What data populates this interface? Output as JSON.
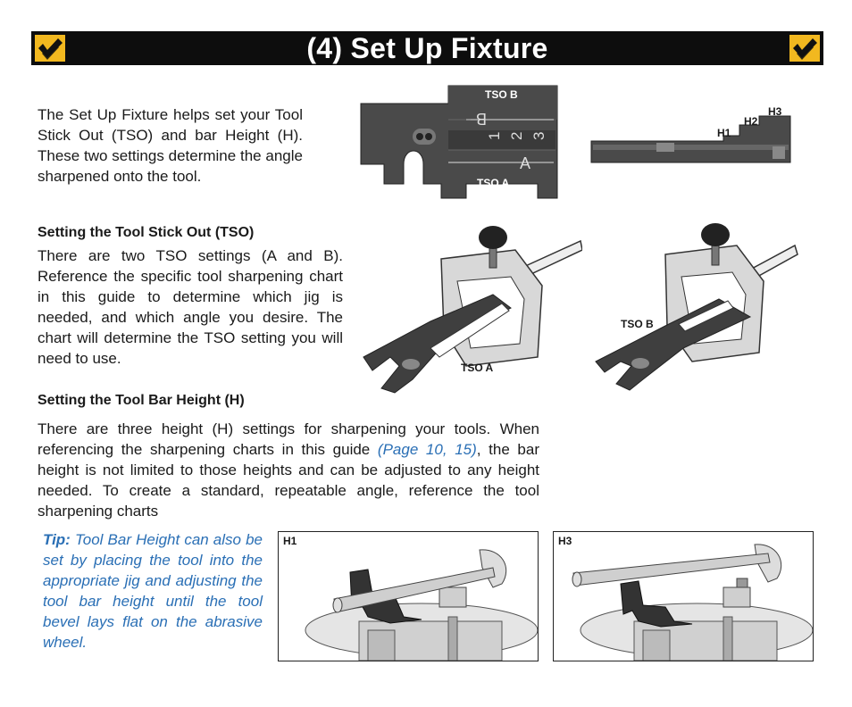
{
  "header": {
    "title": "(4) Set Up Fixture",
    "logo_icon": "checkmark-logo-icon",
    "accent_color": "#f2b81f"
  },
  "intro": {
    "text": "The Set Up Fixture helps set your Tool Stick Out (TSO) and bar Height (H). These two settings determine the angle sharpened onto the tool."
  },
  "fixture_diagram": {
    "label_top": "TSO B",
    "label_bottom": "TSO A",
    "letter_b": "B",
    "letter_a": "A",
    "numbers": [
      "1",
      "2",
      "3"
    ]
  },
  "height_diagram": {
    "labels": [
      "H1",
      "H2",
      "H3"
    ]
  },
  "tso_section": {
    "heading": "Setting the Tool Stick Out (TSO)",
    "text": "There are two TSO settings (A and B). Reference the specific tool sharpening chart in this guide to determine which jig is needed,  and which angle you desire. The chart will determine the TSO setting you will need to use."
  },
  "jig_images": {
    "left_label": "TSO A",
    "right_label": "TSO B"
  },
  "height_section": {
    "heading": "Setting the Tool Bar Height (H)",
    "text_before": "There are three height (H) settings for sharpening your tools. When referencing the sharpening charts in this guide ",
    "link_text": "(Page 10, 15)",
    "text_after": ", the bar height is not limited to those heights and can be adjusted to any height needed. To create a standard, repeatable angle, reference the tool sharpening charts"
  },
  "tip": {
    "label": "Tip:",
    "text": " Tool Bar Height can also be set by placing the tool into the appropriate jig and adjusting the tool bar height until the tool bevel lays flat on the abrasive wheel."
  },
  "photos": {
    "left_label": "H1",
    "right_label": "H3"
  }
}
